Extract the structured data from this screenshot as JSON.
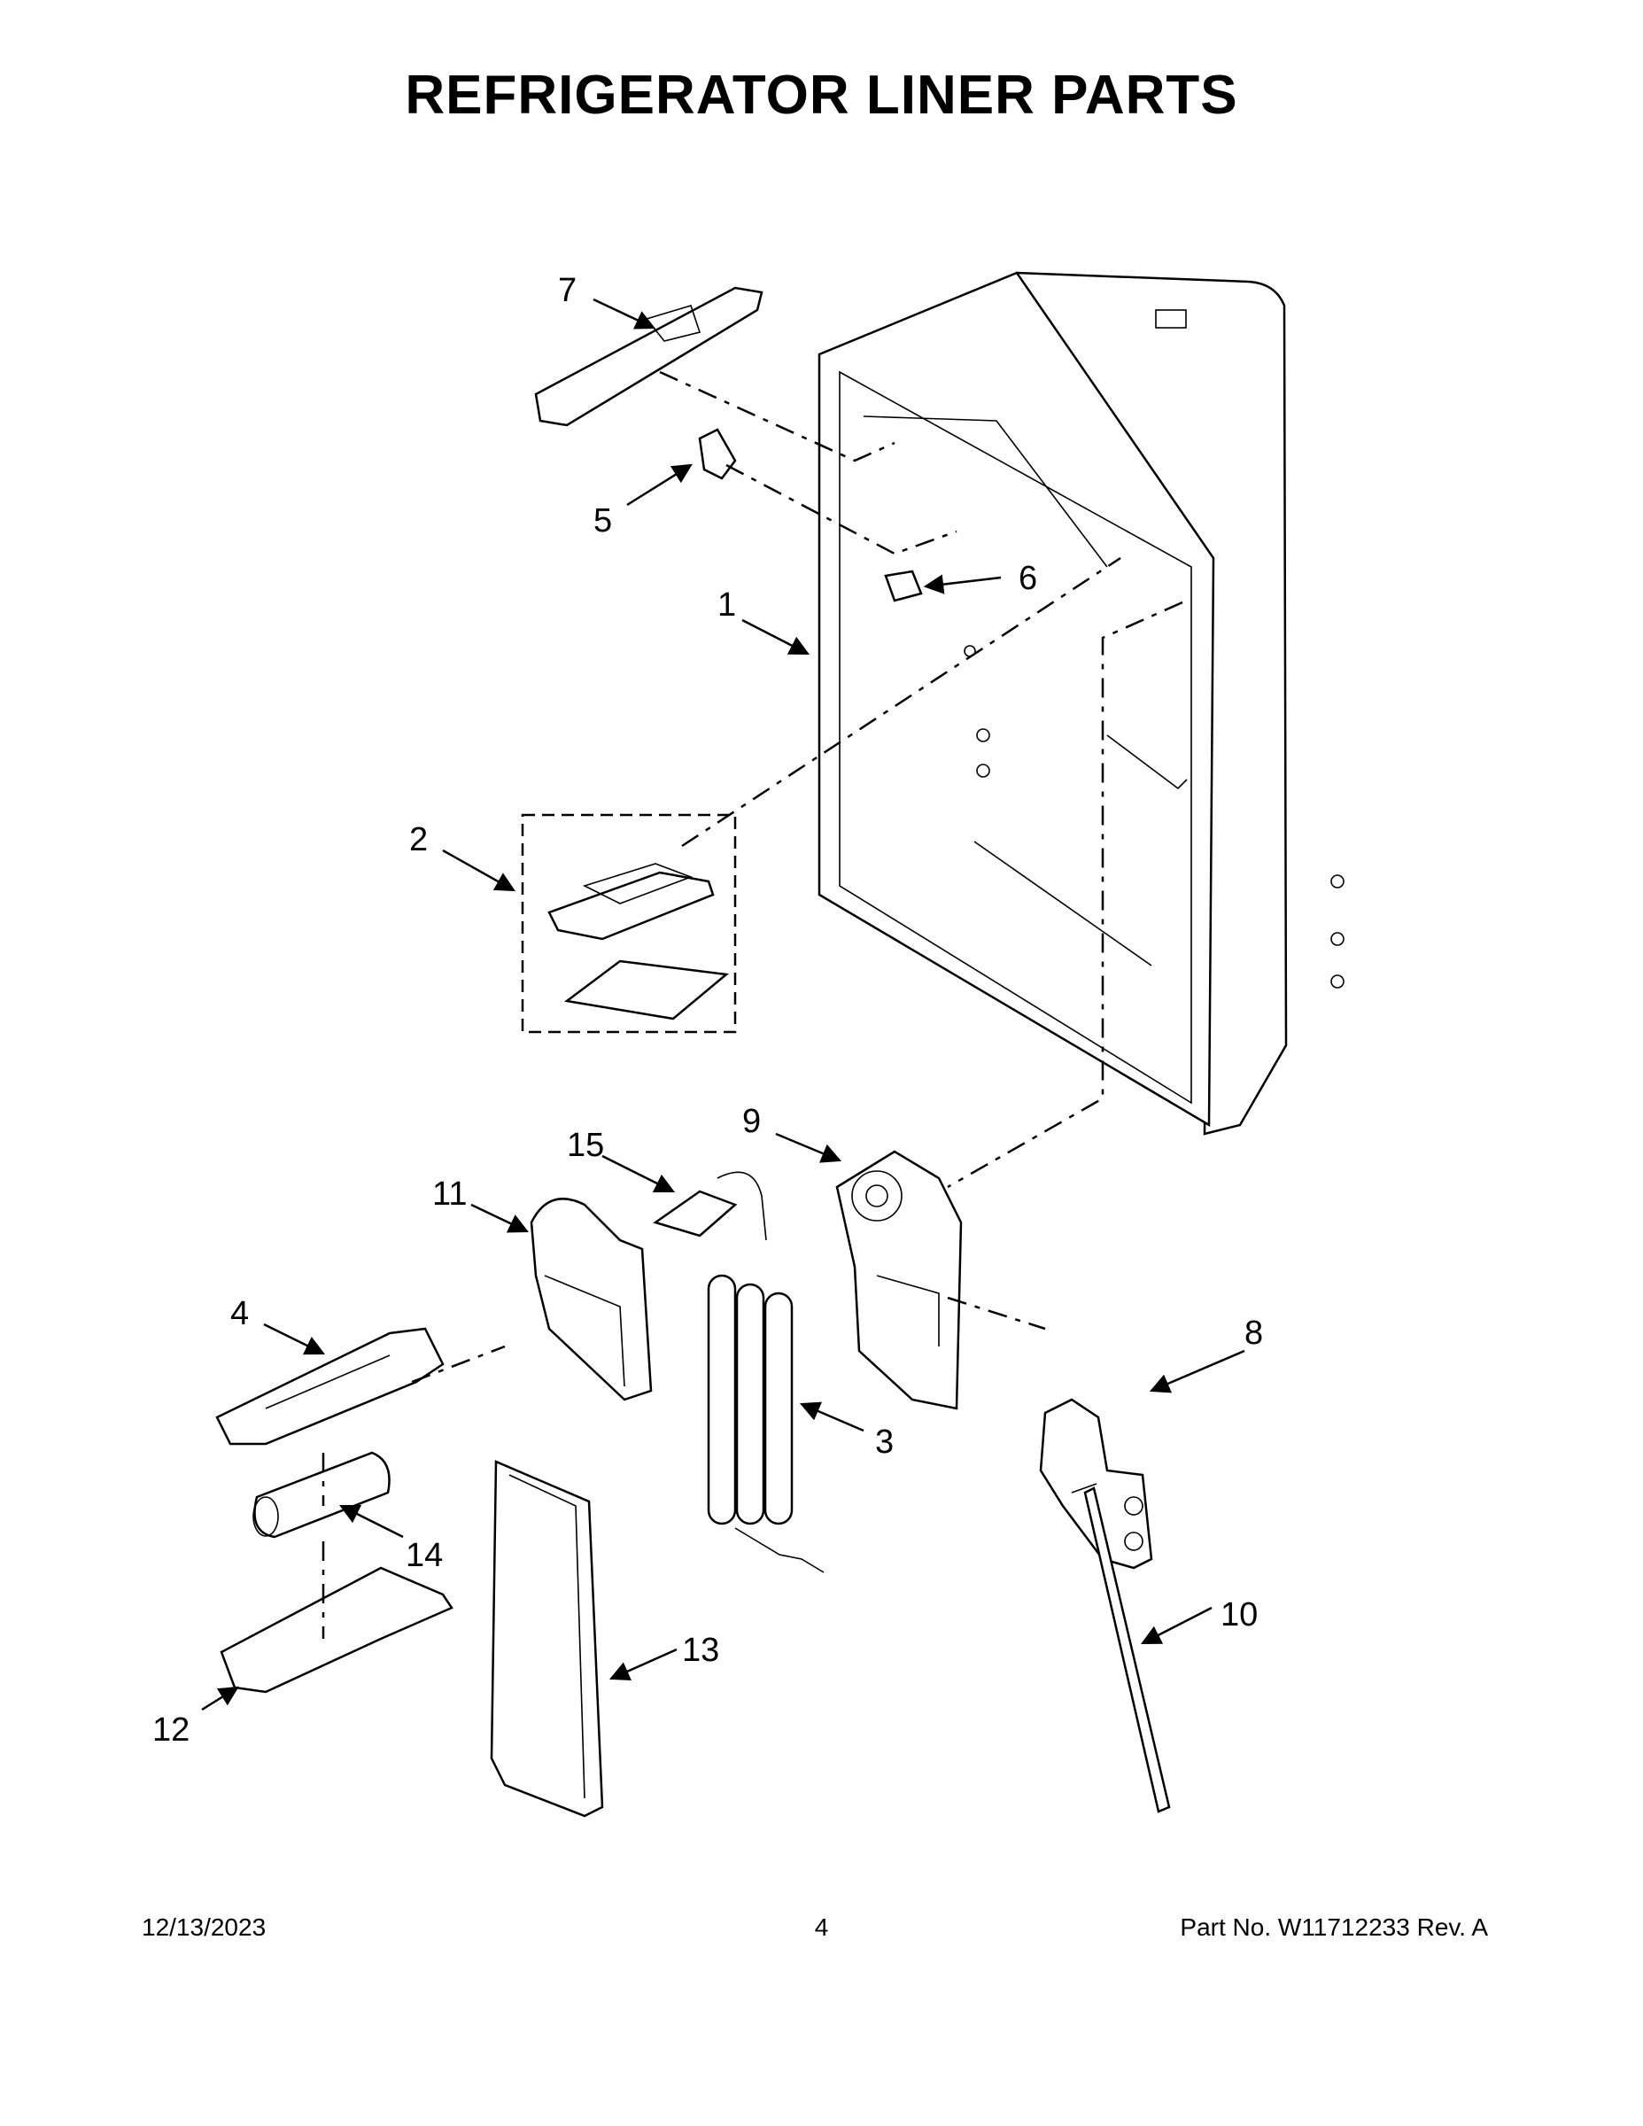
{
  "title": "REFRIGERATOR LINER PARTS",
  "footer": {
    "date": "12/13/2023",
    "page": "4",
    "part_no": "Part No.  W11712233  Rev.  A"
  },
  "callouts": [
    "1",
    "2",
    "3",
    "4",
    "5",
    "6",
    "7",
    "8",
    "9",
    "10",
    "11",
    "12",
    "13",
    "14",
    "15"
  ]
}
